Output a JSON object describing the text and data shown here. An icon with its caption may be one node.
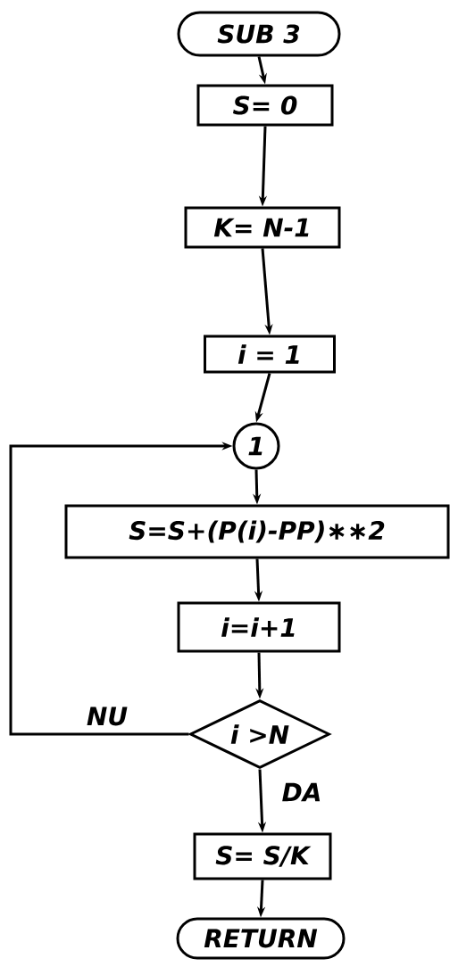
{
  "diagram": {
    "nodes": [
      {
        "text": [
          "SUB 3"
        ]
      },
      {
        "text": [
          "S= 0"
        ]
      },
      {
        "text": [
          "K= N-1"
        ]
      },
      {
        "text": [
          "i = 1"
        ]
      },
      {
        "text": [
          "1"
        ]
      },
      {
        "text": [
          "S=S+(P(i)-PP)∗∗2"
        ]
      },
      {
        "text": [
          "i=i+1"
        ]
      },
      {
        "text": [
          "i >N"
        ]
      },
      {
        "text": [
          "S= S/K"
        ]
      },
      {
        "text": [
          "RETURN"
        ]
      }
    ],
    "edges": [
      {
        "from": 0,
        "to": 1,
        "arrow": "to"
      },
      {
        "from": 1,
        "to": 2,
        "arrow": "to"
      },
      {
        "from": 2,
        "to": 3,
        "arrow": "to"
      },
      {
        "from": 3,
        "to": 4,
        "arrow": "to"
      },
      {
        "from": 4,
        "to": 5,
        "arrow": "to"
      },
      {
        "from": 5,
        "to": 6,
        "arrow": "to"
      },
      {
        "from": 6,
        "to": 7,
        "arrow": "to"
      },
      {
        "from": 7,
        "to": 4,
        "arrow": "to",
        "label": "NU"
      },
      {
        "from": 7,
        "to": 8,
        "arrow": "to",
        "label": "DA"
      },
      {
        "from": 8,
        "to": 9,
        "arrow": "to"
      }
    ]
  }
}
